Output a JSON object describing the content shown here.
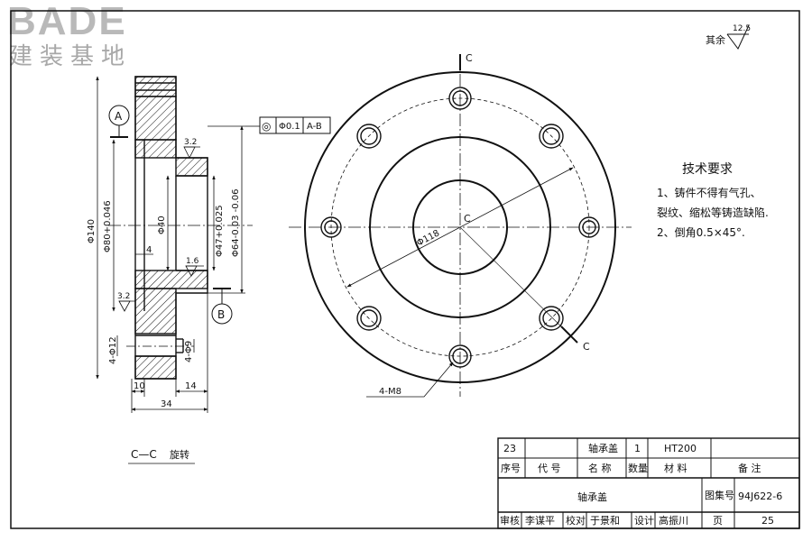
{
  "logo": {
    "brand": "BADE",
    "tagline": "建装基地"
  },
  "roughness": {
    "label": "其余",
    "value": "12.5"
  },
  "section": {
    "label": "C—C",
    "note": "旋转"
  },
  "datums": [
    "A",
    "B"
  ],
  "cut_markers": [
    "C",
    "C",
    "C"
  ],
  "section_view": {
    "dims": [
      "Φ140",
      "Φ80+0.046",
      "4",
      "Φ40",
      "Φ47+0.025",
      "Φ64-0.03\n-0.06",
      "4-Φ12",
      "4-Φ9",
      "10",
      "14",
      "34"
    ],
    "surface_marks": [
      "3.2",
      "3.2",
      "1.6"
    ],
    "tolerance_frame": {
      "symbol": "◎",
      "value": "Φ0.1",
      "datum": "A-B"
    }
  },
  "plan_view": {
    "dim_diameter": "Φ118",
    "hole_callout": "4-M8"
  },
  "tech_requirements": {
    "title": "技术要求",
    "lines": [
      "1、铸件不得有气孔、",
      "裂纹、缩松等铸造缺陷.",
      "2、倒角0.5×45°."
    ]
  },
  "title_block": {
    "part_row": {
      "seq": "23",
      "code": "",
      "name": "轴承盖",
      "qty": "1",
      "material": "HT200",
      "note": ""
    },
    "header_row": {
      "seq": "序号",
      "code": "代 号",
      "name": "名 称",
      "qty": "数量",
      "material": "材 料",
      "note": "备 注"
    },
    "drawing_title": "轴承盖",
    "atlas_label": "图集号",
    "atlas_no": "94J622-6",
    "sign_row": {
      "review_label": "审核",
      "reviewer": "李谋平",
      "check_label": "校对",
      "checker": "于景和",
      "design_label": "设计",
      "designer": "高振川",
      "page_label": "页",
      "page": "25"
    }
  }
}
